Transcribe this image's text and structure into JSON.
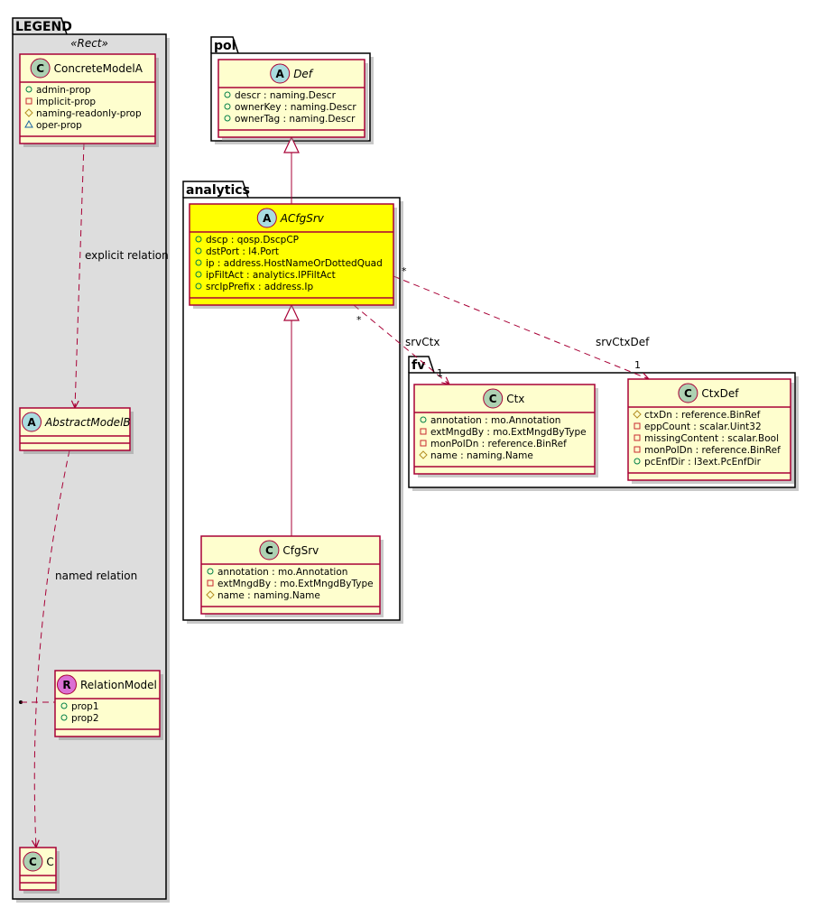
{
  "colors": {
    "class_fill": "#fefece",
    "class_border": "#a80036",
    "highlight_fill": "#ffff00",
    "class_badge": "#add1b2",
    "abstract_badge": "#a9dcdf",
    "relation_badge": "#db70d4",
    "legend_bg": "#dddddd",
    "public_icon": "#038048",
    "private_icon": "#c82930",
    "protected_icon": "#b38d22",
    "package_icon": "#1963a0"
  },
  "packages": [
    {
      "id": "legend",
      "title": "LEGEND",
      "stereotype": "«Rect»"
    },
    {
      "id": "pol",
      "title": "pol"
    },
    {
      "id": "analytics",
      "title": "analytics"
    },
    {
      "id": "fv",
      "title": "fv"
    }
  ],
  "classes": [
    {
      "id": "ConcreteModelA",
      "name": "ConcreteModelA",
      "kind": "C",
      "abstract": false,
      "highlight": false,
      "attributes": [
        {
          "vis": "public",
          "text": "admin-prop"
        },
        {
          "vis": "private",
          "text": "implicit-prop"
        },
        {
          "vis": "protected",
          "text": "naming-readonly-prop"
        },
        {
          "vis": "package",
          "text": "oper-prop"
        }
      ]
    },
    {
      "id": "AbstractModelB",
      "name": "AbstractModelB",
      "kind": "A",
      "abstract": true,
      "highlight": false,
      "attributes": []
    },
    {
      "id": "RelationModel",
      "name": "RelationModel",
      "kind": "R",
      "abstract": false,
      "highlight": false,
      "attributes": [
        {
          "vis": "public",
          "text": "prop1"
        },
        {
          "vis": "public",
          "text": "prop2"
        }
      ]
    },
    {
      "id": "C",
      "name": "C",
      "kind": "C",
      "abstract": false,
      "highlight": false,
      "attributes": []
    },
    {
      "id": "Def",
      "name": "Def",
      "kind": "A",
      "abstract": true,
      "highlight": false,
      "attributes": [
        {
          "vis": "public",
          "text": "descr : naming.Descr"
        },
        {
          "vis": "public",
          "text": "ownerKey : naming.Descr"
        },
        {
          "vis": "public",
          "text": "ownerTag : naming.Descr"
        }
      ]
    },
    {
      "id": "ACfgSrv",
      "name": "ACfgSrv",
      "kind": "A",
      "abstract": true,
      "highlight": true,
      "attributes": [
        {
          "vis": "public",
          "text": "dscp : qosp.DscpCP"
        },
        {
          "vis": "public",
          "text": "dstPort : l4.Port"
        },
        {
          "vis": "public",
          "text": "ip : address.HostNameOrDottedQuad"
        },
        {
          "vis": "public",
          "text": "ipFiltAct : analytics.IPFiltAct"
        },
        {
          "vis": "public",
          "text": "srcIpPrefix : address.Ip"
        }
      ]
    },
    {
      "id": "CfgSrv",
      "name": "CfgSrv",
      "kind": "C",
      "abstract": false,
      "highlight": false,
      "attributes": [
        {
          "vis": "public",
          "text": "annotation : mo.Annotation"
        },
        {
          "vis": "private",
          "text": "extMngdBy : mo.ExtMngdByType"
        },
        {
          "vis": "protected",
          "text": "name : naming.Name"
        }
      ]
    },
    {
      "id": "Ctx",
      "name": "Ctx",
      "kind": "C",
      "abstract": false,
      "highlight": false,
      "attributes": [
        {
          "vis": "public",
          "text": "annotation : mo.Annotation"
        },
        {
          "vis": "private",
          "text": "extMngdBy : mo.ExtMngdByType"
        },
        {
          "vis": "private",
          "text": "monPolDn : reference.BinRef"
        },
        {
          "vis": "protected",
          "text": "name : naming.Name"
        }
      ]
    },
    {
      "id": "CtxDef",
      "name": "CtxDef",
      "kind": "C",
      "abstract": false,
      "highlight": false,
      "attributes": [
        {
          "vis": "protected",
          "text": "ctxDn : reference.BinRef"
        },
        {
          "vis": "private",
          "text": "eppCount : scalar.Uint32"
        },
        {
          "vis": "private",
          "text": "missingContent : scalar.Bool"
        },
        {
          "vis": "private",
          "text": "monPolDn : reference.BinRef"
        },
        {
          "vis": "public",
          "text": "pcEnfDir : l3ext.PcEnfDir"
        }
      ]
    }
  ],
  "relations": [
    {
      "id": "explicit",
      "from": "ConcreteModelA",
      "to": "AbstractModelB",
      "type": "dependency",
      "label": "explicit relation"
    },
    {
      "id": "named",
      "from": "AbstractModelB",
      "to": "C",
      "type": "dependency",
      "label": "named relation",
      "association_class": "RelationModel"
    },
    {
      "id": "def-inherit",
      "from": "ACfgSrv",
      "to": "Def",
      "type": "inheritance"
    },
    {
      "id": "acfgsrv-inherit",
      "from": "CfgSrv",
      "to": "ACfgSrv",
      "type": "inheritance"
    },
    {
      "id": "srvCtx",
      "from": "ACfgSrv",
      "to": "Ctx",
      "type": "dependency",
      "label": "srvCtx",
      "from_mult": "*",
      "to_mult": "1"
    },
    {
      "id": "srvCtxDef",
      "from": "ACfgSrv",
      "to": "CtxDef",
      "type": "dependency",
      "label": "srvCtxDef",
      "from_mult": "*",
      "to_mult": "1"
    }
  ]
}
